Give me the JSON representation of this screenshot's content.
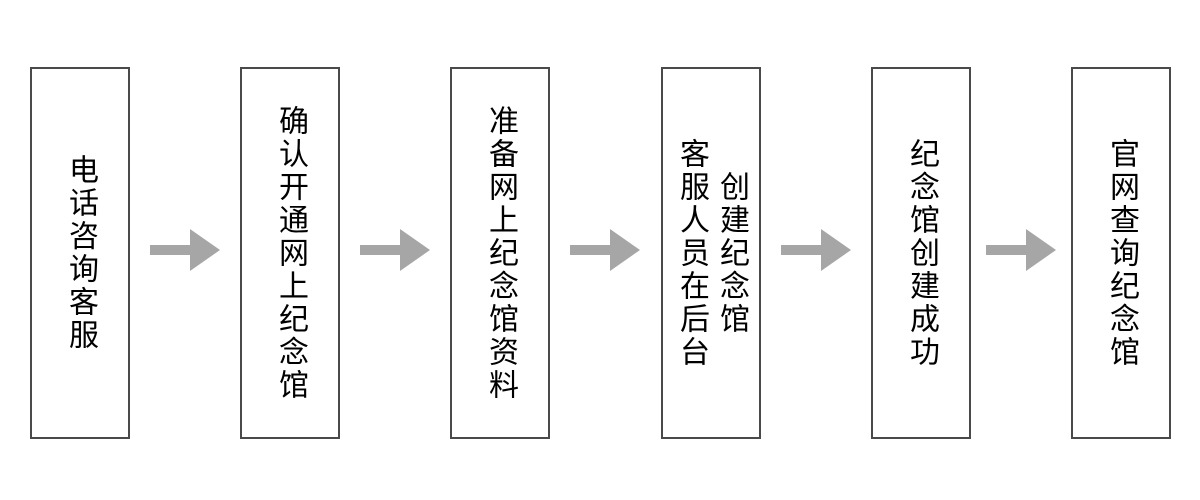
{
  "flowchart": {
    "steps": [
      {
        "label": "电话咨询客服"
      },
      {
        "label": "确认开通网上纪念馆"
      },
      {
        "label": "准备网上纪念馆资料"
      },
      {
        "label": "客服人员在后台\n创建纪念馆"
      },
      {
        "label": "纪念馆创建成功"
      },
      {
        "label": "官网查询纪念馆"
      }
    ],
    "connector_type": "arrow-right",
    "connector_count": 5
  },
  "colors": {
    "background": "#ffffff",
    "box_border": "#4a4a4a",
    "text": "#000000",
    "arrow": "#a6a6a6"
  }
}
